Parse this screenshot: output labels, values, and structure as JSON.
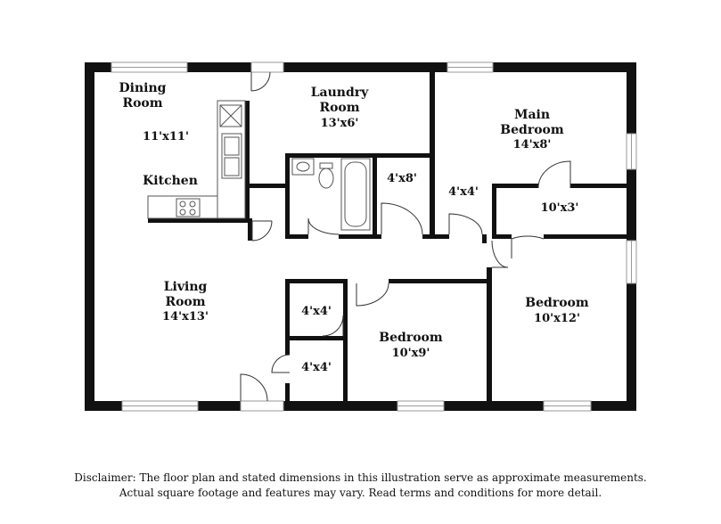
{
  "rooms": {
    "dining": {
      "name_line1": "Dining",
      "name_line2": "Room"
    },
    "dining_dim": "11'x11'",
    "kitchen": {
      "name": "Kitchen"
    },
    "laundry": {
      "name_line1": "Laundry",
      "name_line2": "Room",
      "dim": "13'x6'"
    },
    "main_bedroom": {
      "name_line1": "Main",
      "name_line2": "Bedroom",
      "dim": "14'x8'"
    },
    "main_bath_dim": "4'x8'",
    "hall_closet_dim": "4'x4'",
    "main_closet_dim": "10'x3'",
    "living": {
      "name_line1": "Living",
      "name_line2": "Room",
      "dim": "14'x13'"
    },
    "closet_upper_dim": "4'x4'",
    "closet_lower_dim": "4'x4'",
    "bedroom_mid": {
      "name": "Bedroom",
      "dim": "10'x9'"
    },
    "bedroom_right": {
      "name": "Bedroom",
      "dim": "10'x12'"
    }
  },
  "disclaimer": {
    "line1": "Disclaimer: The floor plan and stated dimensions in this illustration serve as approximate measurements.",
    "line2": "Actual square footage and features may vary. Read terms and conditions for more detail."
  },
  "colors": {
    "wall": "#111111",
    "window": "#bbbbbb",
    "fixture": "#555555"
  }
}
